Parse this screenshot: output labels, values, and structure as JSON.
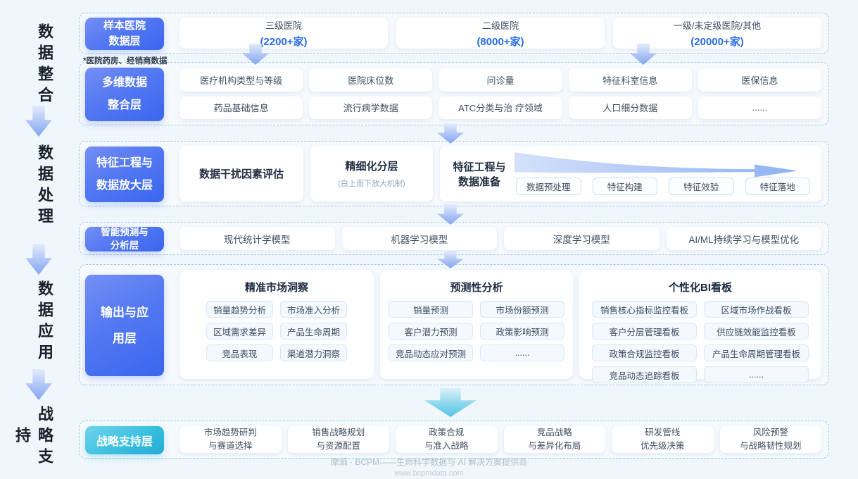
{
  "brand_colors": {
    "layer_blue": "#3a66ee",
    "layer_cyan": "#22acd4",
    "count_blue": "#2a6de9",
    "arrow_blue": "#84a6f1",
    "dashed_border": "#a7c8ee"
  },
  "left_rail": {
    "stages": [
      "数据整合",
      "数据处理",
      "数据应用",
      "战略支持"
    ]
  },
  "layer1": {
    "label": "样本医院\n数据层",
    "note": "*医院药房、经销商数据",
    "boxes": [
      {
        "title": "三级医院",
        "count": "(2200+家)"
      },
      {
        "title": "二级医院",
        "count": "(8000+家)"
      },
      {
        "title": "一级/未定级医院/其他",
        "count": "(20000+家)"
      }
    ]
  },
  "layer2": {
    "label": "多维数据\n整合层",
    "cells": [
      "医疗机构类型与等级",
      "医院床位数",
      "问诊量",
      "特征科室信息",
      "医保信息",
      "药品基础信息",
      "流行病学数据",
      "ATC分类与治 疗领域",
      "人口细分数据",
      "......"
    ]
  },
  "layer3": {
    "label": "特征工程与\n数据放大层",
    "box1": "数据干扰因素评估",
    "box2_title": "精细化分层",
    "box2_sub": "(白上而下放大机制)",
    "box3_title": "特征工程与\n数据准备",
    "chips": [
      "数据预处理",
      "特征构建",
      "特征效验",
      "特征落地"
    ]
  },
  "layer4": {
    "label": "智能预测与\n分析层",
    "boxes": [
      "现代统计学模型",
      "机器学习模型",
      "深度学习模型",
      "AI/ML持续学习与模型优化"
    ]
  },
  "layer5": {
    "label": "输出与应\n用层",
    "cards": [
      {
        "title": "精准市场洞察",
        "chips": [
          "销量趋势分析",
          "市场准入分析",
          "区域需求差异",
          "产品生命周期",
          "竞品表现",
          "渠道潜力洞察"
        ]
      },
      {
        "title": "预测性分析",
        "chips": [
          "销量预测",
          "市场份额预测",
          "客户潜力预测",
          "政策影响预测",
          "竞品动态应对预测",
          "......"
        ]
      },
      {
        "title": "个性化BI看板",
        "chips": [
          "销售核心指标监控看板",
          "区域市场作战看板",
          "客户分层管理看板",
          "供应链效能监控看板",
          "政策合规监控看板",
          "产品生命周期管理看板",
          "竞品动态追踪看板",
          "......"
        ]
      }
    ]
  },
  "layer6": {
    "label": "战略支持层",
    "boxes": [
      "市场趋势研判\n与赛道选择",
      "销售战略规划\n与资源配置",
      "政策合规\n与准入战略",
      "竞品战略\n与差异化布局",
      "研发管线\n优先级决策",
      "风险预警\n与战略韧性规划"
    ]
  },
  "footer": {
    "line1": "摩熵 · BCPM——生命科学数据与 AI 解决方案提供商",
    "line2": "www.bcpmdata.com"
  }
}
